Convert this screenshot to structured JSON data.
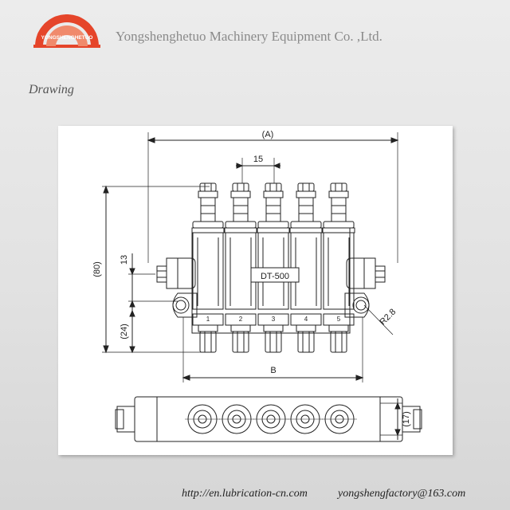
{
  "header": {
    "logo_text": "YONGSHENGHETUO",
    "company_name": "Yongshenghetuo Machinery Equipment Co. ,Ltd."
  },
  "section": {
    "title": "Drawing"
  },
  "drawing": {
    "model_label": "DT-500",
    "outlet_numbers": [
      "1",
      "2",
      "3",
      "4",
      "5"
    ],
    "dimensions": {
      "overall_width": "(A)",
      "pitch": "15",
      "height": "(80)",
      "inlet_offset": "13",
      "mount_height": "(24)",
      "radius": "R2.8",
      "mount_span": "B",
      "depth": "(17)"
    }
  },
  "footer": {
    "url": "http://en.lubrication-cn.com",
    "email": "yongshengfactory@163.com"
  },
  "colors": {
    "logo_red": "#e5452a",
    "company_text": "#8a8a8a",
    "drawing_line": "#222222"
  }
}
